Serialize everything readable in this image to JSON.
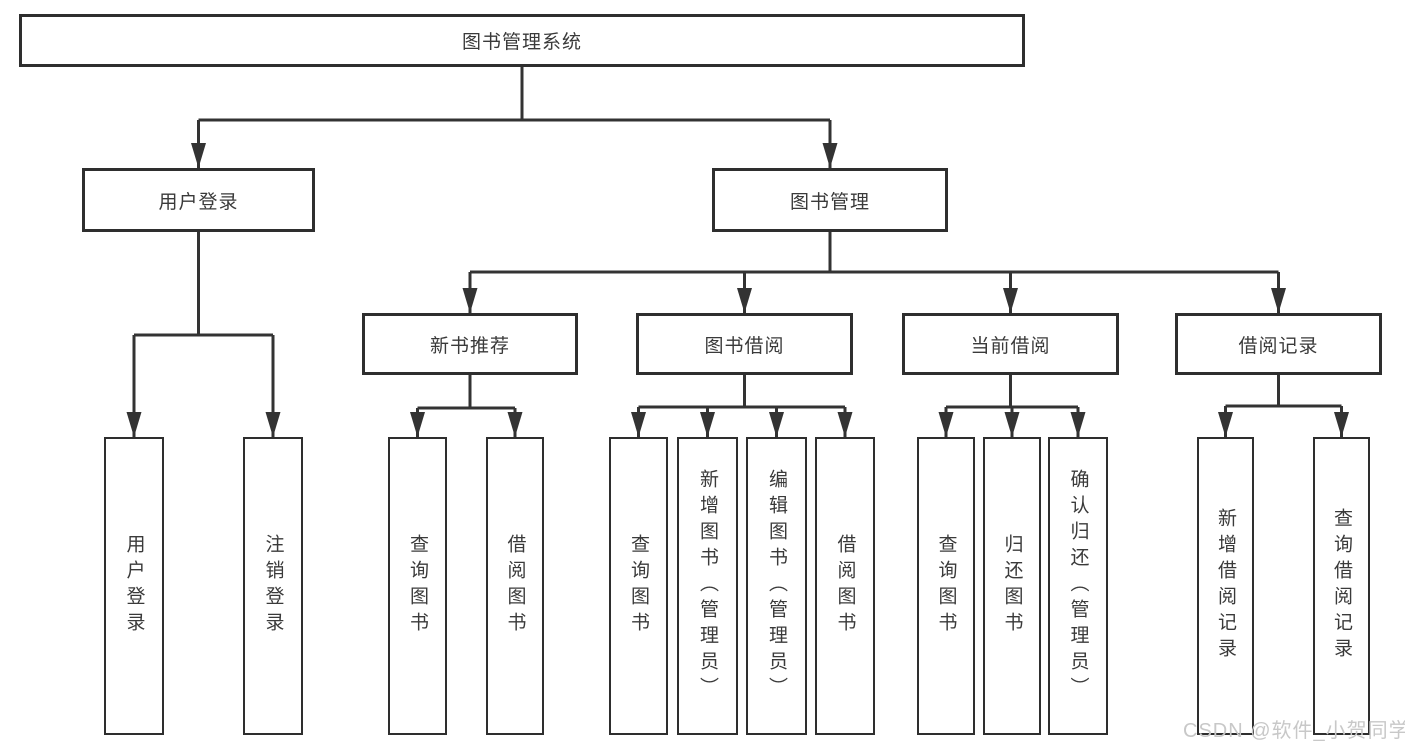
{
  "root": {
    "label": "图书管理系统"
  },
  "branches": [
    {
      "label": "用户登录",
      "leaves": [
        {
          "label": "用户登录"
        },
        {
          "label": "注销登录"
        }
      ]
    },
    {
      "label": "图书管理",
      "groups": [
        {
          "label": "新书推荐",
          "leaves": [
            {
              "label": "查询图书"
            },
            {
              "label": "借阅图书"
            }
          ]
        },
        {
          "label": "图书借阅",
          "leaves": [
            {
              "label": "查询图书"
            },
            {
              "label": "新增图书（管理员）"
            },
            {
              "label": "编辑图书（管理员）"
            },
            {
              "label": "借阅图书"
            }
          ]
        },
        {
          "label": "当前借阅",
          "leaves": [
            {
              "label": "查询图书"
            },
            {
              "label": "归还图书"
            },
            {
              "label": "确认归还（管理员）"
            }
          ]
        },
        {
          "label": "借阅记录",
          "leaves": [
            {
              "label": "新增借阅记录"
            },
            {
              "label": "查询借阅记录"
            }
          ]
        }
      ]
    }
  ],
  "watermark": {
    "text": "CSDN @软件_小贺同学"
  },
  "colors": {
    "line": "#333333",
    "box_border": "#2e2e2e",
    "text": "#3a3a3a",
    "watermark": "#c8c8c8",
    "background": "#ffffff"
  }
}
